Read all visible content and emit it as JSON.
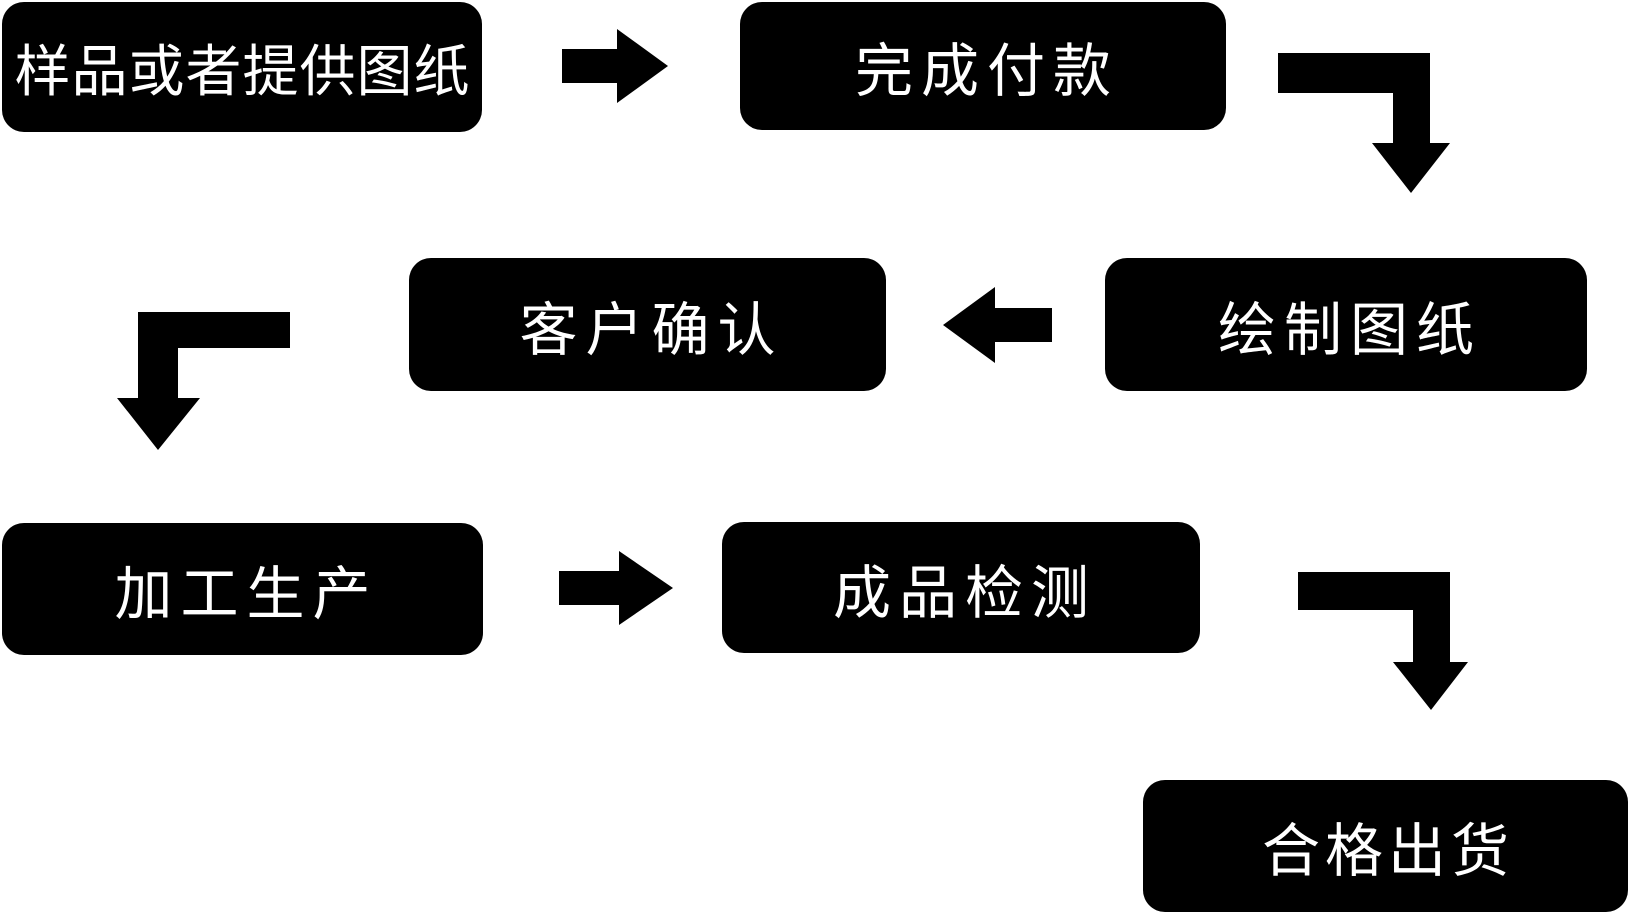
{
  "diagram": {
    "type": "flowchart",
    "title": "",
    "colors": {
      "box": "#000000",
      "text": "#ffffff",
      "background": "#ffffff",
      "arrow": "#000000"
    },
    "steps": [
      {
        "id": "step-1",
        "label": "样品或者提供图纸"
      },
      {
        "id": "step-2",
        "label": "完成付款"
      },
      {
        "id": "step-3",
        "label": "绘制图纸"
      },
      {
        "id": "step-4",
        "label": "客户确认"
      },
      {
        "id": "step-5",
        "label": "加工生产"
      },
      {
        "id": "step-6",
        "label": "成品检测"
      },
      {
        "id": "step-7",
        "label": "合格出货"
      }
    ],
    "connections": [
      {
        "from": "样品或者提供图纸",
        "to": "完成付款",
        "shape": "arrow-right"
      },
      {
        "from": "完成付款",
        "to": "绘制图纸",
        "shape": "elbow-right-down"
      },
      {
        "from": "绘制图纸",
        "to": "客户确认",
        "shape": "arrow-left"
      },
      {
        "from": "客户确认",
        "to": "加工生产",
        "shape": "elbow-left-down"
      },
      {
        "from": "加工生产",
        "to": "成品检测",
        "shape": "arrow-right"
      },
      {
        "from": "成品检测",
        "to": "合格出货",
        "shape": "elbow-right-down"
      }
    ]
  }
}
